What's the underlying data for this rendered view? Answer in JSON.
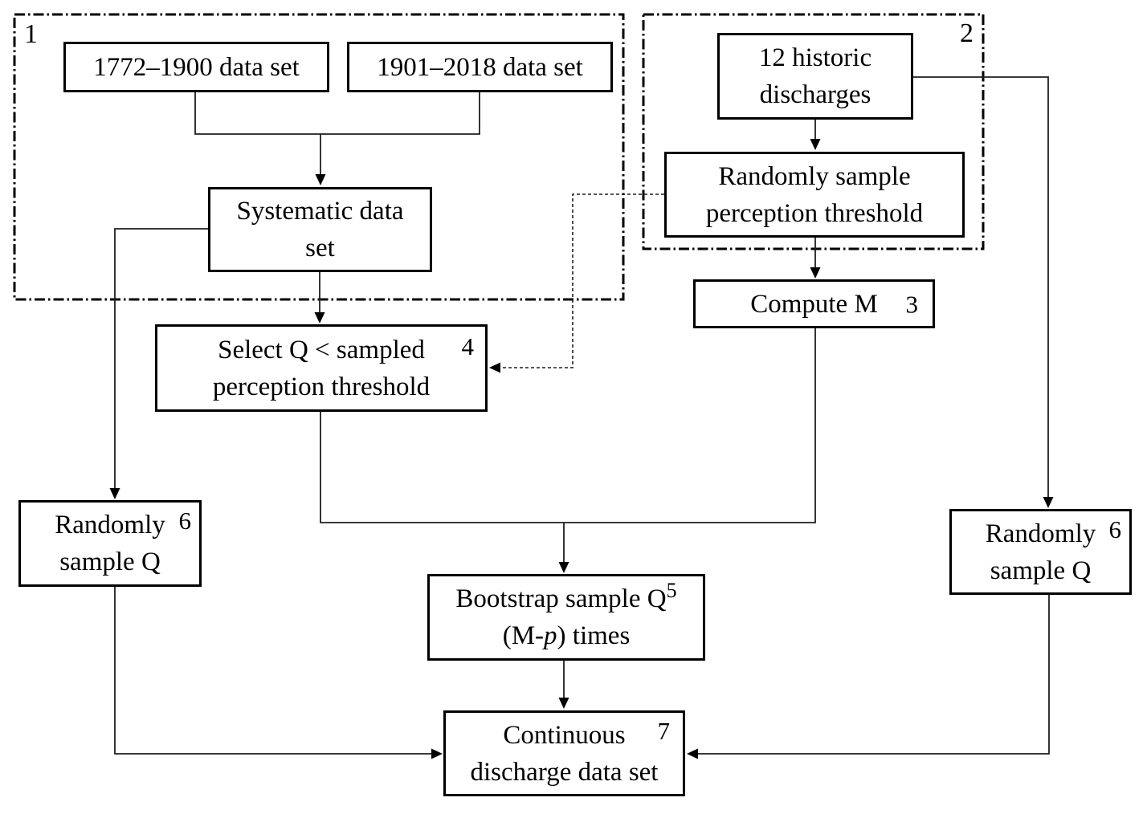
{
  "regions": [
    {
      "number": "1"
    },
    {
      "number": "2"
    }
  ],
  "boxes": {
    "ds_1772": {
      "label": "1772–1900 data set"
    },
    "ds_1901": {
      "label": "1901–2018 data set"
    },
    "systematic": {
      "line1": "Systematic data",
      "line2": "set"
    },
    "historic": {
      "line1": "12 historic",
      "line2": "discharges"
    },
    "sample_threshold": {
      "line1": "Randomly sample",
      "line2": "perception threshold"
    },
    "compute_m": {
      "label": "Compute M",
      "number": "3"
    },
    "select_q": {
      "line1": "Select Q < sampled",
      "line2": "perception threshold",
      "number": "4"
    },
    "bootstrap": {
      "line1": "Bootstrap sample Q",
      "sup": "5",
      "line2_open": "(M-",
      "line2_var": "p",
      "line2_close": ") times",
      "number": "5"
    },
    "sample_q_left": {
      "line1": "Randomly",
      "line2": "sample Q",
      "number": "6"
    },
    "sample_q_right": {
      "line1": "Randomly",
      "line2": "sample Q",
      "number": "6"
    },
    "continuous": {
      "line1": "Continuous",
      "line2": "discharge data set",
      "number": "7"
    }
  },
  "colors": {
    "background": "#ffffff",
    "box_border": "#000000",
    "connector": "#1f1f1f",
    "text": "#000000"
  }
}
